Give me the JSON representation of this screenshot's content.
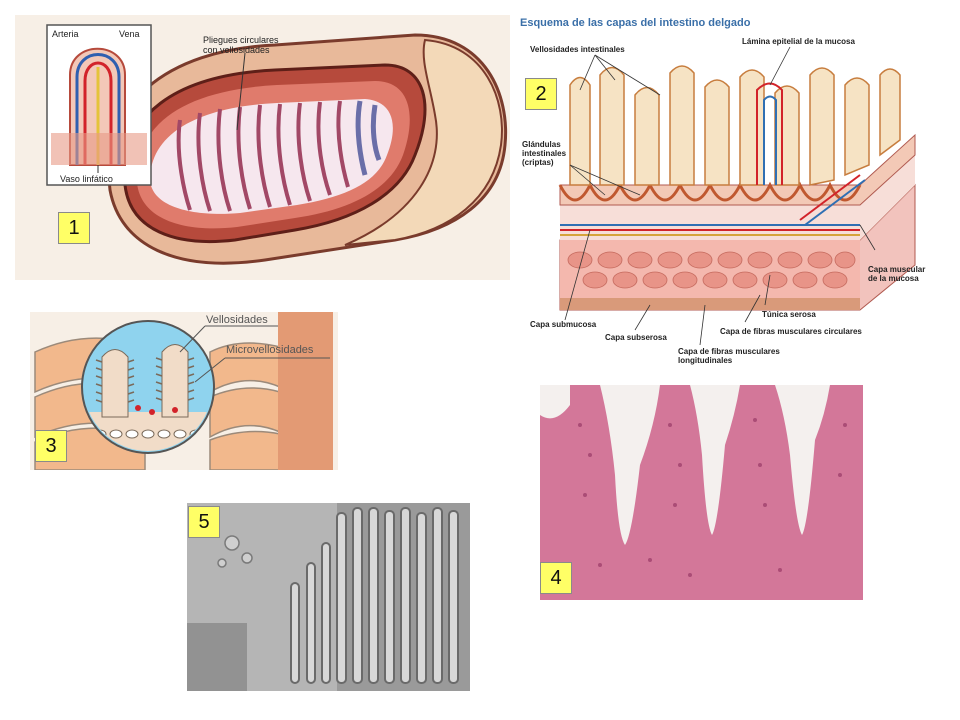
{
  "badges": [
    "1",
    "2",
    "3",
    "4",
    "5"
  ],
  "panel1": {
    "inset_labels": {
      "arteria": "Arteria",
      "vena": "Vena",
      "vaso": "Vaso linfático"
    },
    "pliegues_line1": "Pliegues circulares",
    "pliegues_line2": "con vellosidades"
  },
  "panel2": {
    "title": "Esquema de las capas del intestino delgado",
    "vellosidades": "Vellosidades intestinales",
    "lamina": "Lámina epitelial de la mucosa",
    "glandulas_1": "Glándulas",
    "glandulas_2": "intestinales",
    "glandulas_3": "(criptas)",
    "capa_muscular_mucosa_1": "Capa muscular",
    "capa_muscular_mucosa_2": "de la mucosa",
    "tunica": "Túnica serosa",
    "capa_circulares": "Capa de fibras musculares circulares",
    "capa_submucosa": "Capa submucosa",
    "capa_subserosa": "Capa subserosa",
    "capa_longitudinales_1": "Capa de fibras musculares",
    "capa_longitudinales_2": "longitudinales"
  },
  "panel3": {
    "vellosidades": "Vellosidades",
    "microvellosidades": "Microvellosidades"
  },
  "colors": {
    "badge": "#ffff66",
    "muscle": "#d97560",
    "histology": "#c7507e",
    "micrograph": "#8f8f8f",
    "lumen": "#8fd3ee"
  }
}
